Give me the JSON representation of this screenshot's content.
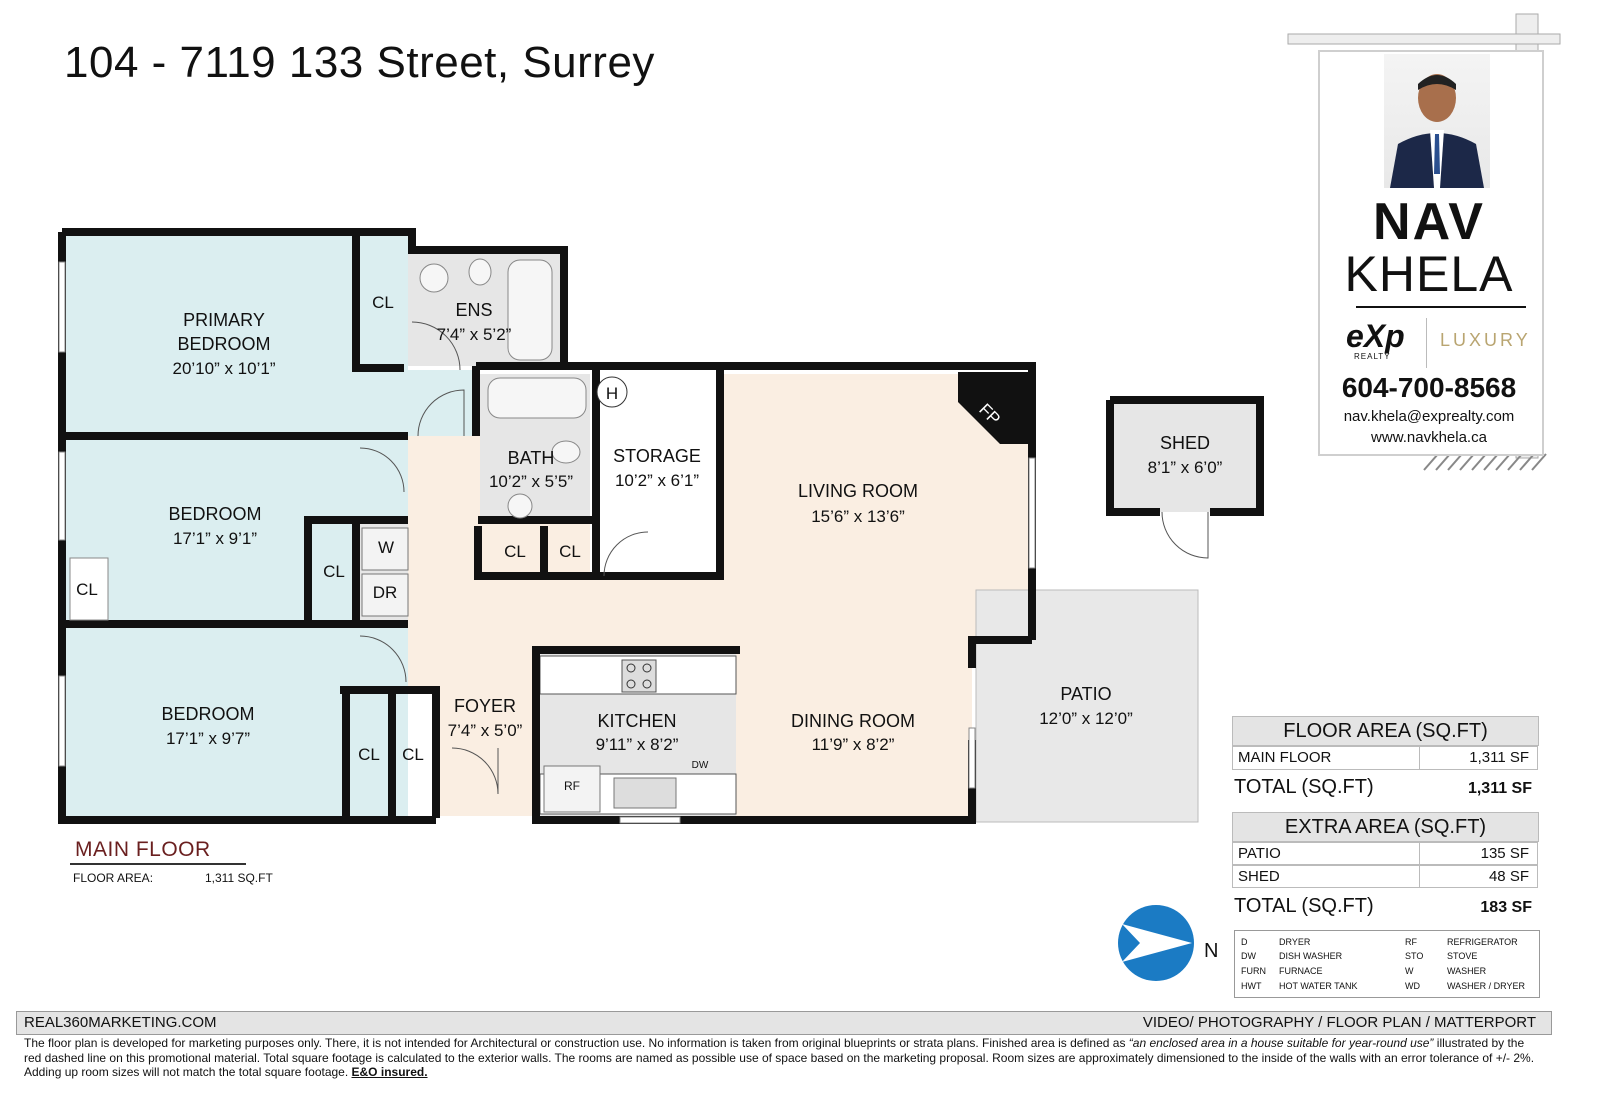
{
  "title": "104 - 7119 133 Street, Surrey",
  "rooms": {
    "primary_bedroom": {
      "name_1": "PRIMARY",
      "name_2": "BEDROOM",
      "dim": "20’10” x 10’1”"
    },
    "ens": {
      "name": "ENS",
      "dim": "7’4” x 5’2”"
    },
    "bath": {
      "name": "BATH",
      "dim": "10’2” x 5’5”"
    },
    "storage": {
      "name": "STORAGE",
      "dim": "10’2” x 6’1”"
    },
    "living_room": {
      "name": "LIVING ROOM",
      "dim": "15’6” x 13’6”"
    },
    "bedroom_2": {
      "name": "BEDROOM",
      "dim": "17’1” x 9’1”"
    },
    "bedroom_3": {
      "name": "BEDROOM",
      "dim": "17’1” x 9’7”"
    },
    "foyer": {
      "name": "FOYER",
      "dim": "7’4” x 5’0”"
    },
    "kitchen": {
      "name": "KITCHEN",
      "dim": "9’11” x 8’2”"
    },
    "dining_room": {
      "name": "DINING ROOM",
      "dim": "11’9” x 8’2”"
    },
    "patio": {
      "name": "PATIO",
      "dim": "12’0” x 12’0”"
    },
    "shed": {
      "name": "SHED",
      "dim": "8’1” x 6’0”"
    }
  },
  "fixtures": {
    "cl": "CL",
    "w": "W",
    "dr": "DR",
    "h": "H",
    "fp": "FP",
    "rf": "RF",
    "dw": "DW"
  },
  "sign": {
    "brand_1": "NAV",
    "brand_2": "KHELA",
    "exp": "eXp",
    "realty": "REALTY",
    "luxury": "LUXURY",
    "phone": "604-700-8568",
    "email": "nav.khela@exprealty.com",
    "website": "www.navkhela.ca"
  },
  "floor_area": {
    "header": "FLOOR AREA (SQ.FT)",
    "rows": [
      {
        "label": "MAIN FLOOR",
        "value": "1,311 SF"
      }
    ],
    "total_label": "TOTAL (SQ.FT)",
    "total_value": "1,311 SF"
  },
  "extra_area": {
    "header": "EXTRA AREA (SQ.FT)",
    "rows": [
      {
        "label": "PATIO",
        "value": "135 SF"
      },
      {
        "label": "SHED",
        "value": "48 SF"
      }
    ],
    "total_label": "TOTAL (SQ.FT)",
    "total_value": "183 SF"
  },
  "legend": [
    {
      "code": "D",
      "meaning": "DRYER"
    },
    {
      "code": "DW",
      "meaning": "DISH WASHER"
    },
    {
      "code": "FURN",
      "meaning": "FURNACE"
    },
    {
      "code": "HWT",
      "meaning": "HOT WATER TANK"
    },
    {
      "code": "RF",
      "meaning": "REFRIGERATOR"
    },
    {
      "code": "STO",
      "meaning": "STOVE"
    },
    {
      "code": "W",
      "meaning": "WASHER"
    },
    {
      "code": "WD",
      "meaning": "WASHER / DRYER"
    }
  ],
  "north_label": "N",
  "main_floor": {
    "title": "MAIN FLOOR",
    "area_label": "FLOOR AREA:",
    "area_value": "1,311 SQ.FT"
  },
  "footer": {
    "left": "REAL360MARKETING.COM",
    "right": "VIDEO/ PHOTOGRAPHY / FLOOR PLAN / MATTERPORT",
    "disclaimer_1": "The floor plan is developed for marketing purposes only. There, it is not intended for Architectural or construction use. No information is  taken from original blueprints or strata plans. Finished area is defined as  ",
    "disclaimer_italic": "“an enclosed area in a house suitable for year-round use”",
    "disclaimer_2": " illustrated by the red dashed line on this promotional material. Total square footage is calculated to the exterior walls. The rooms are named as possible use of space based on the marketing proposal. Room sizes are approximately dimensioned to the inside of the walls with an error tolerance of +/- 2%. Adding up room sizes will not match the total square footage. ",
    "disclaimer_bold": "E&O insured."
  },
  "colors": {
    "bedroom_fill": "#dbeef0",
    "open_area_fill": "#faeee2",
    "wet_area_fill": "#e6e6e6",
    "wall": "#111111",
    "compass_blue": "#1b7bc4",
    "luxury_gold": "#b9a571",
    "main_floor_title": "#6a1f1f"
  }
}
